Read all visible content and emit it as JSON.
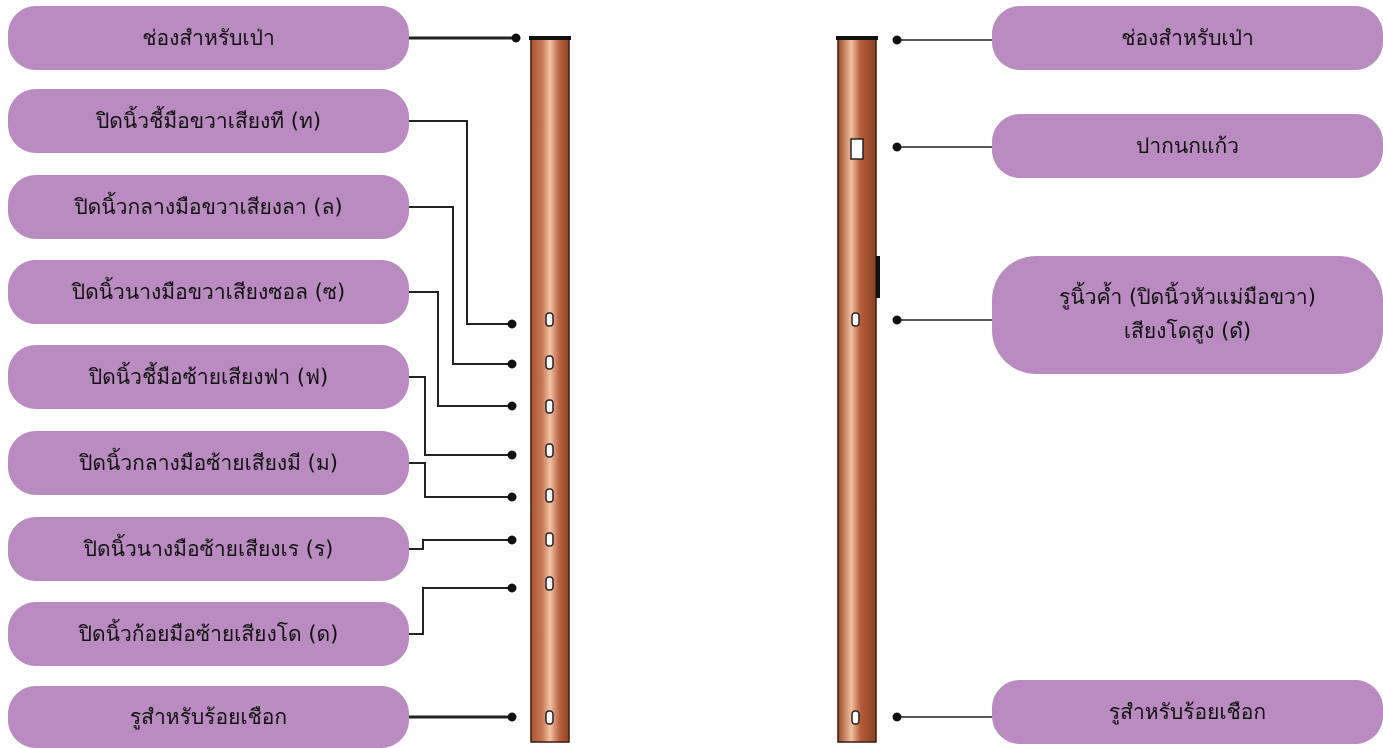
{
  "colors": {
    "label_fill": "#b98bc0",
    "flute_dark": "#a8542f",
    "flute_light": "#f2c2a4",
    "line": "#222222"
  },
  "front_view": {
    "labels": [
      {
        "id": "blow-hole",
        "text": "ช่องสำหรับเป่า"
      },
      {
        "id": "right-index-ti",
        "text": "ปิดนิ้วชี้มือขวาเสียงที (ท)"
      },
      {
        "id": "right-middle-la",
        "text": "ปิดนิ้วกลางมือขวาเสียงลา (ล)"
      },
      {
        "id": "right-ring-sol",
        "text": "ปิดนิ้วนางมือขวาเสียงซอล (ซ)"
      },
      {
        "id": "left-index-fa",
        "text": "ปิดนิ้วชี้มือซ้ายเสียงฟา (ฟ)"
      },
      {
        "id": "left-middle-mi",
        "text": "ปิดนิ้วกลางมือซ้ายเสียงมี (ม)"
      },
      {
        "id": "left-ring-re",
        "text": "ปิดนิ้วนางมือซ้ายเสียงเร (ร)"
      },
      {
        "id": "left-pinky-do",
        "text": "ปิดนิ้วก้อยมือซ้ายเสียงโด (ด)"
      },
      {
        "id": "string-hole",
        "text": "รูสำหรับร้อยเชือก"
      }
    ]
  },
  "back_view": {
    "labels": [
      {
        "id": "blow-hole",
        "text": "ช่องสำหรับเป่า"
      },
      {
        "id": "fipple",
        "text": "ปากนกแก้ว"
      },
      {
        "id": "thumb-hole",
        "line1": "รูนิ้วค้ำ (ปิดนิ้วหัวแม่มือขวา)",
        "line2": "เสียงโดสูง (ดํ)"
      },
      {
        "id": "string-hole",
        "text": "รูสำหรับร้อยเชือก"
      }
    ]
  }
}
